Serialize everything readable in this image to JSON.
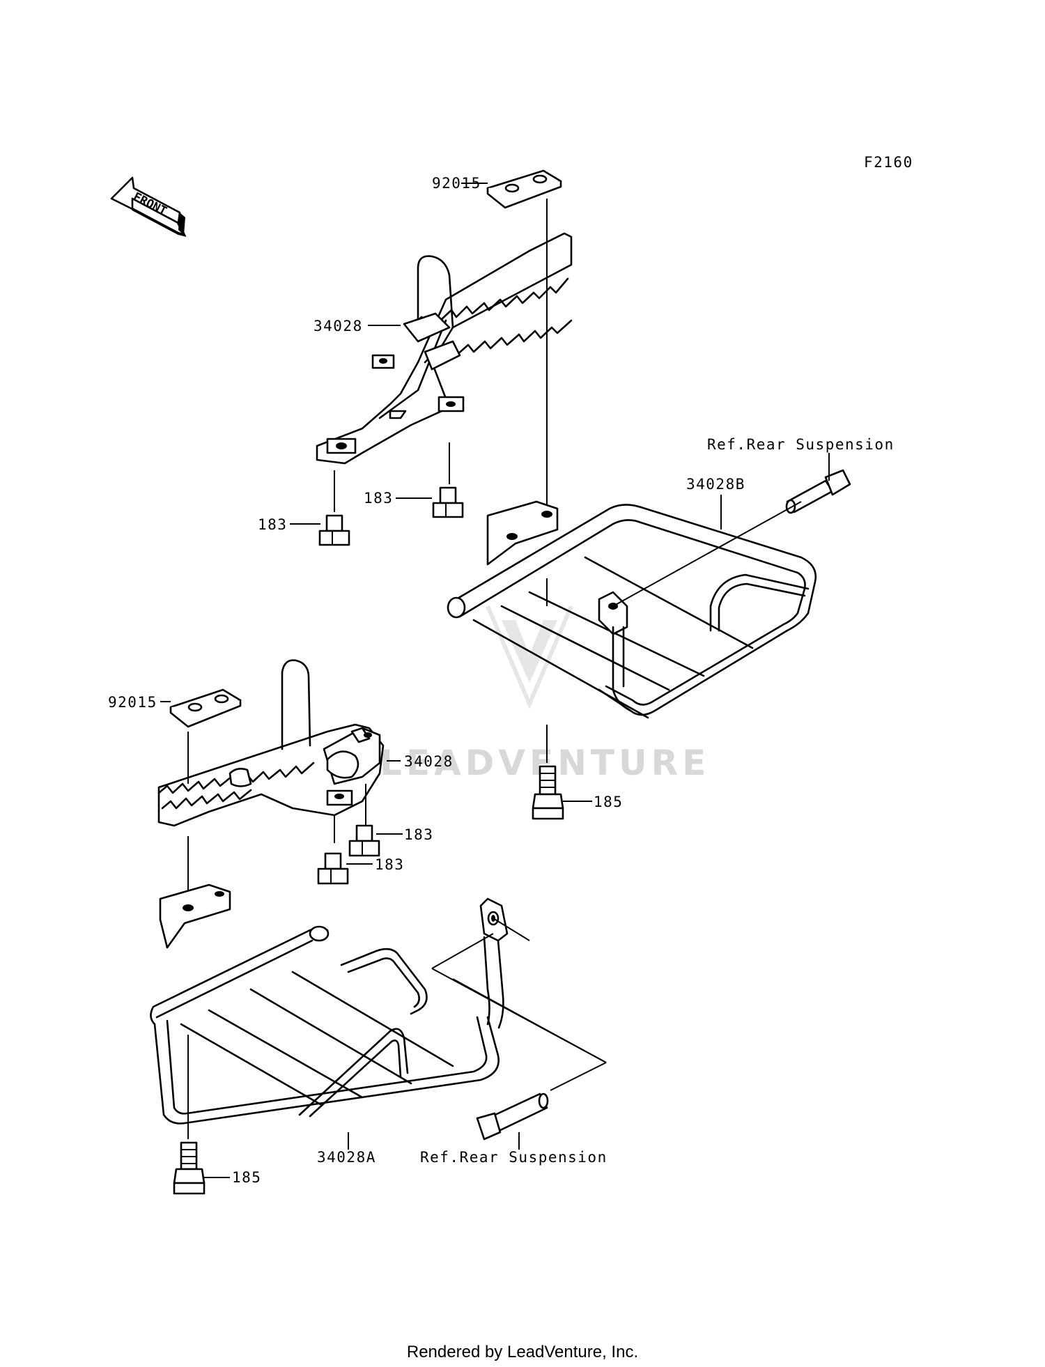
{
  "diagram_code": "F2160",
  "front_arrow_label": "FRONT",
  "watermark_text": "LEADVENTURE",
  "footer_text": "Rendered by LeadVenture, Inc.",
  "callouts": {
    "pad_top": "92015",
    "step_upper": "34028",
    "nut_upper_right": "183",
    "nut_upper_left": "183",
    "guard_right": "34028B",
    "ref_top": "Ref.Rear Suspension",
    "pad_lower": "92015",
    "step_lower": "34028",
    "nut_lower_right": "183",
    "nut_lower_left": "183",
    "bolt_right": "185",
    "guard_left": "34028A",
    "ref_bottom": "Ref.Rear Suspension",
    "bolt_left": "185"
  }
}
